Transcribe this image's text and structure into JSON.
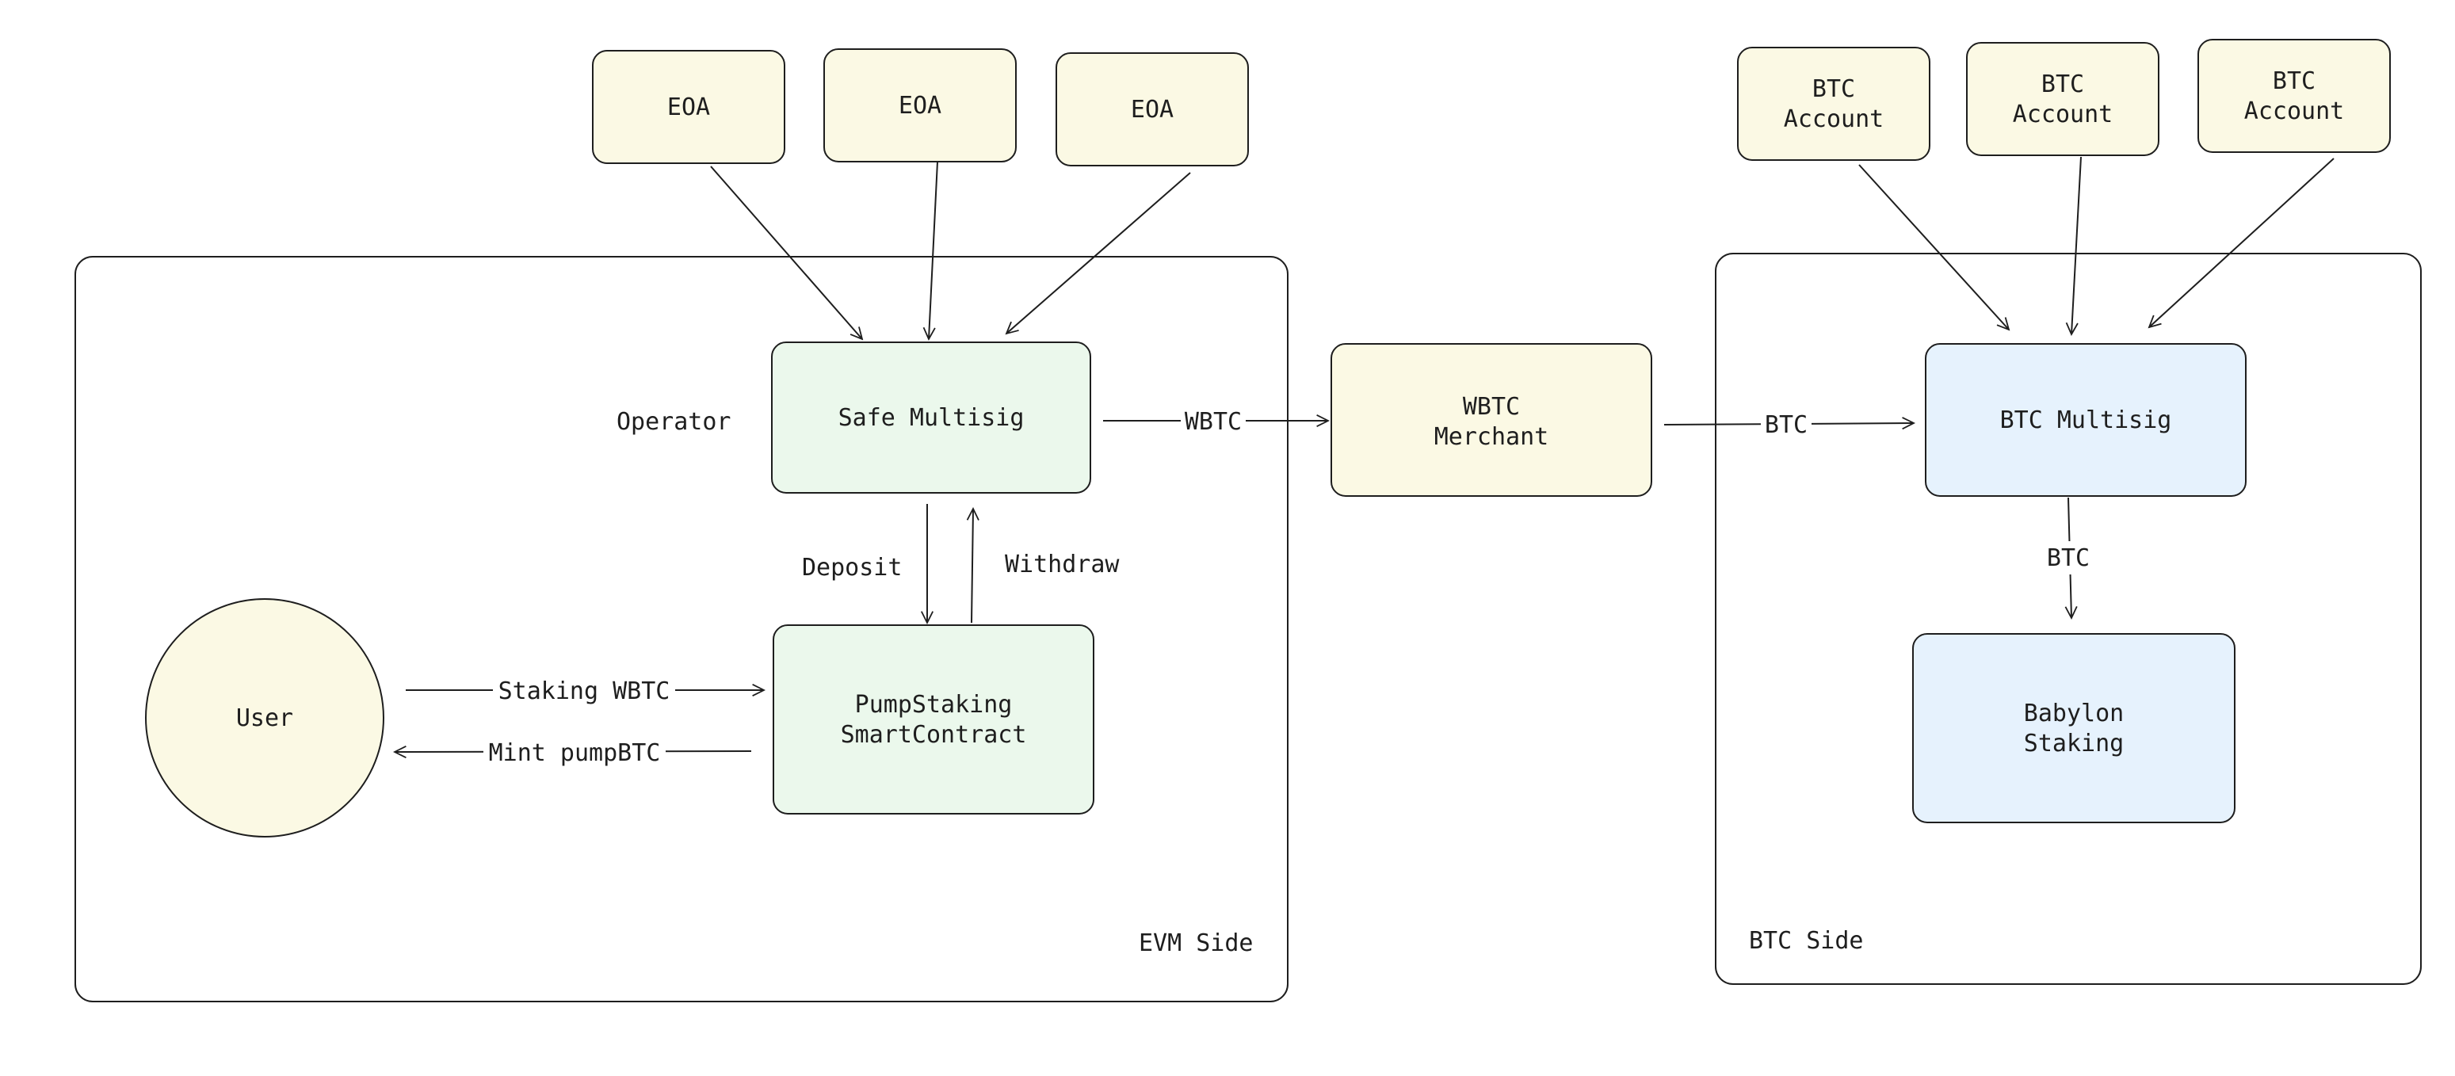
{
  "colors": {
    "stroke": "#1e1e1e",
    "yellow_fill": "#fbf9e4",
    "green_fill": "#ebf8ec",
    "blue_fill": "#e6f2fd",
    "white": "#ffffff"
  },
  "regions": {
    "evm": {
      "label": "EVM Side"
    },
    "btc": {
      "label": "BTC Side"
    }
  },
  "nodes": {
    "eoa_1": {
      "label": [
        "EOA"
      ],
      "fill": "yellow"
    },
    "eoa_2": {
      "label": [
        "EOA"
      ],
      "fill": "yellow"
    },
    "eoa_3": {
      "label": [
        "EOA"
      ],
      "fill": "yellow"
    },
    "btc_account_1": {
      "label": [
        "BTC",
        "Account"
      ],
      "fill": "yellow"
    },
    "btc_account_2": {
      "label": [
        "BTC",
        "Account"
      ],
      "fill": "yellow"
    },
    "btc_account_3": {
      "label": [
        "BTC",
        "Account"
      ],
      "fill": "yellow"
    },
    "safe_multisig": {
      "label": [
        "Safe Multisig"
      ],
      "fill": "green"
    },
    "pump_staking": {
      "label": [
        "PumpStaking",
        "SmartContract"
      ],
      "fill": "green"
    },
    "user": {
      "label": [
        "User"
      ],
      "fill": "yellow"
    },
    "wbtc_merchant": {
      "label": [
        "WBTC",
        "Merchant"
      ],
      "fill": "yellow"
    },
    "btc_multisig": {
      "label": [
        "BTC Multisig"
      ],
      "fill": "blue"
    },
    "babylon_staking": {
      "label": [
        "Babylon",
        "Staking"
      ],
      "fill": "blue"
    }
  },
  "free_text": {
    "operator": "Operator"
  },
  "edges": {
    "eoa1_to_safe": {
      "label": ""
    },
    "eoa2_to_safe": {
      "label": ""
    },
    "eoa3_to_safe": {
      "label": ""
    },
    "safe_to_merchant": {
      "label": "WBTC"
    },
    "merchant_to_btc_multisig": {
      "label": "BTC"
    },
    "safe_to_pump": {
      "label": "Deposit"
    },
    "pump_to_safe": {
      "label": "Withdraw"
    },
    "user_to_pump": {
      "label": "Staking WBTC"
    },
    "pump_to_user": {
      "label": "Mint pumpBTC"
    },
    "btcacc1_to_multisig": {
      "label": ""
    },
    "btcacc2_to_multisig": {
      "label": ""
    },
    "btcacc3_to_multisig": {
      "label": ""
    },
    "btc_multisig_to_babylon": {
      "label": "BTC"
    }
  }
}
